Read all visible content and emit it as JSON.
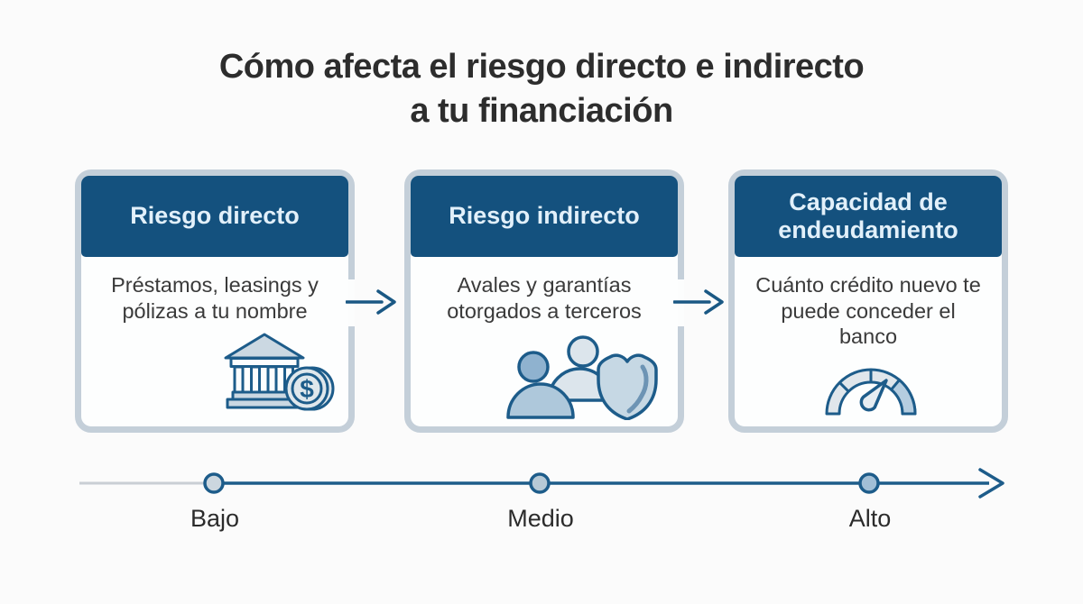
{
  "title": {
    "line1": "Cómo afecta el riesgo directo e indirecto",
    "line2": "a tu financiación"
  },
  "cards": [
    {
      "header": "Riesgo directo",
      "body": "Préstamos, leasings y pólizas a tu nombre",
      "icon": "bank-coin-icon"
    },
    {
      "header": "Riesgo indirecto",
      "body": "Avales y garantías otorgados a terceros",
      "icon": "people-shield-icon"
    },
    {
      "header": "Capacidad de endeudamiento",
      "body": "Cuánto crédito nuevo te puede conceder el banco",
      "icon": "gauge-icon"
    }
  ],
  "flow": {
    "arrow_icon": "right-arrow-icon"
  },
  "icons": {
    "dollar_glyph": "$"
  },
  "timeline": {
    "markers": [
      {
        "label": "Bajo",
        "dot_fill": "#ccd7df"
      },
      {
        "label": "Medio",
        "dot_fill": "#b6c9d6"
      },
      {
        "label": "Alto",
        "dot_fill": "#a2bfd6"
      }
    ],
    "arrow_icon": "right-arrow-icon"
  },
  "colors": {
    "page_background": "#fbfbfb",
    "card_border": "#c4cfd9",
    "card_background": "#fdfefe",
    "header_background": "#14517e",
    "header_text": "#e2f0fa",
    "title_text": "#2d2d2d",
    "body_text": "#3a3a3a",
    "accent_blue": "#1d5c8a",
    "timeline_gray": "#c9ced4"
  }
}
